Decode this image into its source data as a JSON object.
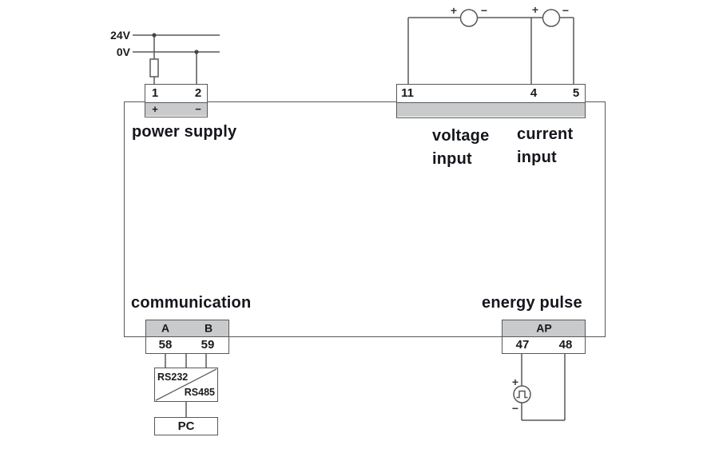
{
  "symbols": {
    "plus": "+",
    "minus": "−"
  },
  "power_supply": {
    "label": "power supply",
    "rail_24v": "24V",
    "rail_0v": "0V",
    "terminal_1": "1",
    "terminal_2": "2"
  },
  "inputs": {
    "voltage_label": "voltage\ninput",
    "current_label": "current\ninput",
    "terminal_11": "11",
    "terminal_4": "4",
    "terminal_5": "5"
  },
  "communication": {
    "label": "communication",
    "terminal_a": "A",
    "terminal_b": "B",
    "terminal_58": "58",
    "terminal_59": "59",
    "converter_rs232": "RS232",
    "converter_rs485": "RS485",
    "pc_label": "PC"
  },
  "energy_pulse": {
    "label": "energy pulse",
    "terminal_ap": "AP",
    "terminal_47": "47",
    "terminal_48": "48"
  },
  "colors": {
    "wire_line": "#57585a",
    "terminal_gray_fill": "#c9cacb",
    "text": "#1a1a1a"
  }
}
